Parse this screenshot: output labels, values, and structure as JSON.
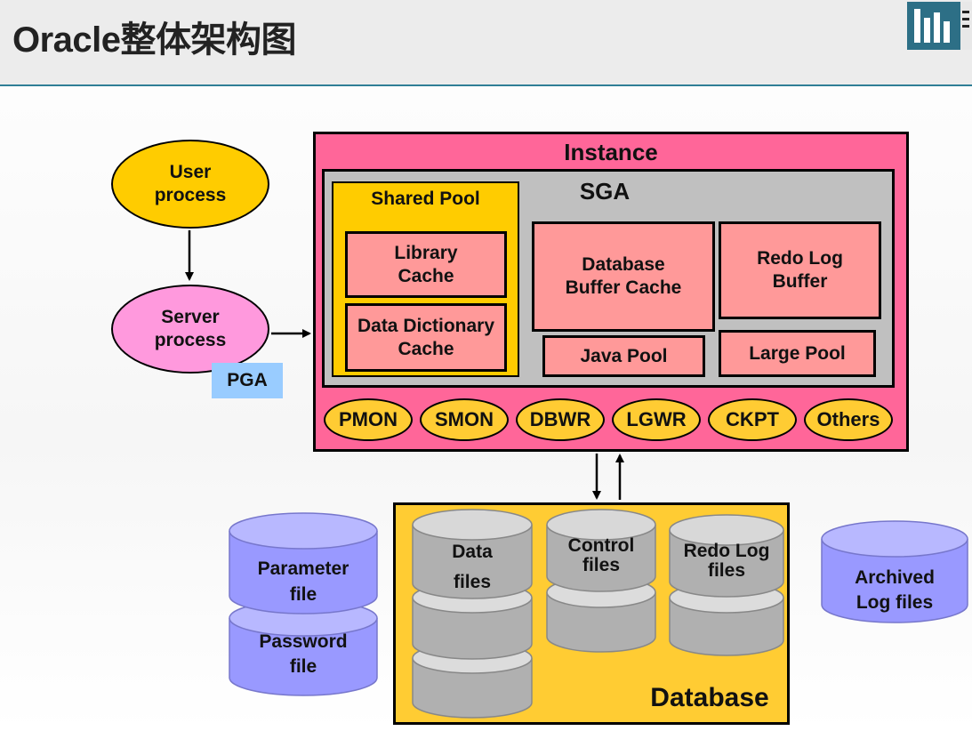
{
  "header": {
    "title": "Oracle整体架构图"
  },
  "colors": {
    "instance": "#ff6699",
    "sga": "#c0c0c0",
    "pool_yellow": "#ffcc00",
    "memory_salmon": "#ff9999",
    "server_pink": "#ff99dd",
    "pga_blue": "#99ccff",
    "file_blue": "#9999ff",
    "disk_gray": "#b0b0b0"
  },
  "user_process": {
    "line1": "User",
    "line2": "process"
  },
  "server_process": {
    "line1": "Server",
    "line2": "process"
  },
  "pga": "PGA",
  "instance": {
    "title": "Instance",
    "sga": {
      "title": "SGA",
      "shared_pool": {
        "title": "Shared Pool",
        "library_cache": {
          "line1": "Library",
          "line2": "Cache"
        },
        "data_dictionary_cache": {
          "line1": "Data Dictionary",
          "line2": "Cache"
        }
      },
      "database_buffer_cache": {
        "line1": "Database",
        "line2": "Buffer Cache"
      },
      "redo_log_buffer": {
        "line1": "Redo Log",
        "line2": "Buffer"
      },
      "java_pool": "Java Pool",
      "large_pool": "Large Pool"
    },
    "background_processes": [
      "PMON",
      "SMON",
      "DBWR",
      "LGWR",
      "CKPT",
      "Others"
    ]
  },
  "database": {
    "title": "Database",
    "data_files": {
      "line1": "Data",
      "line2": "files"
    },
    "control_files": {
      "line1": "Control",
      "line2": "files"
    },
    "redo_log_files": {
      "line1": "Redo Log",
      "line2": "files"
    }
  },
  "parameter_file": {
    "line1": "Parameter",
    "line2": "file"
  },
  "password_file": {
    "line1": "Password",
    "line2": "file"
  },
  "archived_log_files": {
    "line1": "Archived",
    "line2": "Log files"
  }
}
